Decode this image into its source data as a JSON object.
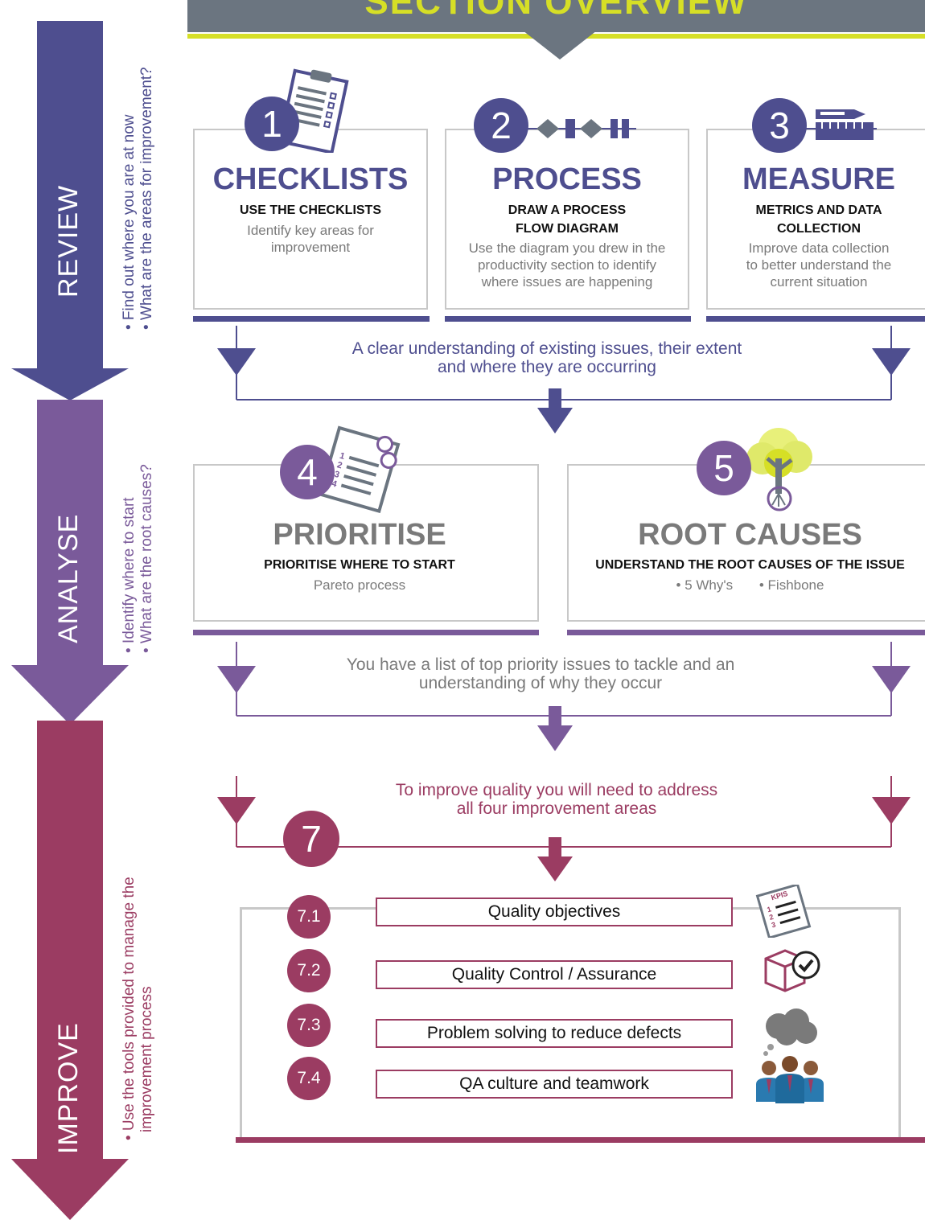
{
  "header": {
    "title": "SECTION OVERVIEW"
  },
  "colors": {
    "review": "#4e4e8f",
    "analyse": "#7a5a9a",
    "improve": "#9b3c62",
    "header_bg": "#6b7580",
    "header_accent": "#d6df26"
  },
  "sidebar": {
    "review": {
      "title": "REVIEW",
      "bullets": [
        "• Find out where you are at now",
        "• What are the areas for improvement?"
      ]
    },
    "analyse": {
      "title": "ANALYSE",
      "bullets": [
        "• Identify where to start",
        "• What are the root causes?"
      ]
    },
    "improve": {
      "title": "IMPROVE",
      "bullets": [
        "• Use the tools provided to manage the",
        "improvement process"
      ]
    }
  },
  "steps": {
    "s1": {
      "num": "1",
      "title": "CHECKLISTS",
      "subtitle": "USE THE CHECKLISTS",
      "desc": [
        "Identify key areas for",
        "improvement"
      ],
      "icon": "clipboard-checklist-icon"
    },
    "s2": {
      "num": "2",
      "title": "PROCESS",
      "subtitle": [
        "DRAW A PROCESS",
        "FLOW DIAGRAM"
      ],
      "desc": [
        "Use the diagram you drew in the",
        "productivity section to identify",
        "where issues are happening"
      ],
      "icon": "process-flow-icon"
    },
    "s3": {
      "num": "3",
      "title": "MEASURE",
      "subtitle": [
        "METRICS AND DATA",
        "COLLECTION"
      ],
      "desc": [
        "Improve data collection",
        "to better understand the",
        "current situation"
      ],
      "icon": "ruler-pencil-icon"
    },
    "s4": {
      "num": "4",
      "title": "PRIORITISE",
      "subtitle": "PRIORITISE WHERE TO START",
      "desc": "Pareto process",
      "icon": "numbered-list-icon"
    },
    "s5": {
      "num": "5",
      "title": "ROOT CAUSES",
      "subtitle": "UNDERSTAND THE ROOT CAUSES OF THE ISSUE",
      "desc": [
        "• 5 Why's",
        "• Fishbone"
      ],
      "icon": "tree-roots-icon"
    },
    "s7": {
      "num": "7"
    }
  },
  "flow": {
    "review_outcome": [
      "A clear understanding of existing issues, their extent",
      "and where they are occurring"
    ],
    "analyse_outcome": [
      "You have a list of top priority issues to tackle and an",
      "understanding of why they occur"
    ],
    "improve_intro": [
      "To improve quality you will need to address",
      "all four improvement areas"
    ]
  },
  "improvement_areas": [
    {
      "num": "7.1",
      "label": "Quality objectives",
      "icon": "kpi-list-icon"
    },
    {
      "num": "7.2",
      "label": "Quality Control / Assurance",
      "icon": "box-check-icon"
    },
    {
      "num": "7.3",
      "label": "Problem solving to reduce defects",
      "icon": "thought-cloud-icon"
    },
    {
      "num": "7.4",
      "label": "QA culture and teamwork",
      "icon": "team-people-icon"
    }
  ]
}
